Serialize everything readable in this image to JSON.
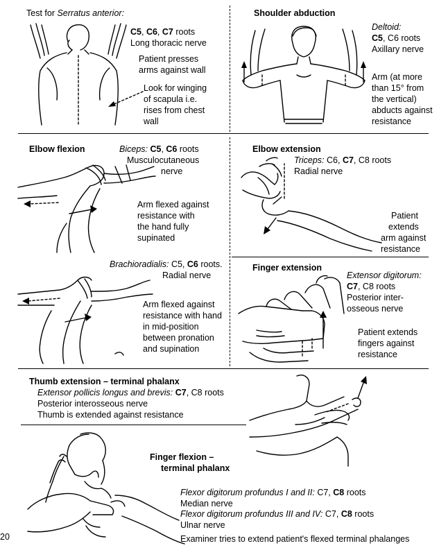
{
  "serratus": {
    "title_prefix": "Test for ",
    "title_muscle": "Serratus anterior:",
    "roots_c5": "C5",
    "roots_sep1": ", ",
    "roots_c6": "C6",
    "roots_sep2": ", ",
    "roots_c7": "C7",
    "roots_suffix": " roots",
    "nerve": "Long thoracic nerve",
    "patient_line1": "Patient presses",
    "patient_line2": "arms against wall",
    "look_line1": "Look for winging",
    "look_line2": "of scapula i.e.",
    "look_line3": "rises from chest",
    "look_line4": "wall"
  },
  "shoulder": {
    "title": "Shoulder abduction",
    "muscle": "Deltoid:",
    "roots_c5": "C5",
    "roots_rest": ", C6 roots",
    "nerve": "Axillary nerve",
    "desc_line1": "Arm (at more",
    "desc_line2": "than 15° from",
    "desc_line3": "the vertical)",
    "desc_line4": "abducts against",
    "desc_line5": "resistance"
  },
  "elbow_flexion": {
    "title": "Elbow flexion",
    "muscle": "Biceps:",
    "roots_c5": " C5",
    "roots_sep": ", ",
    "roots_c6": "C6",
    "roots_suffix": " roots",
    "nerve_line1": "Musculocutaneous",
    "nerve_line2": "nerve",
    "desc_line1": "Arm flexed against",
    "desc_line2": "resistance with",
    "desc_line3": "the hand fully",
    "desc_line4": "supinated"
  },
  "elbow_extension": {
    "title": "Elbow extension",
    "muscle": "Triceps:",
    "roots_pre": " C6, ",
    "roots_c7": "C7",
    "roots_post": ", C8 roots",
    "nerve": "Radial nerve",
    "desc_line1": "Patient",
    "desc_line2": "extends",
    "desc_line3": "arm against",
    "desc_line4": "resistance"
  },
  "brachioradialis": {
    "muscle": "Brachioradialis:",
    "roots_pre": " C5, ",
    "roots_c6": "C6",
    "roots_post": " roots.",
    "nerve": "Radial nerve",
    "desc_line1": "Arm flexed against",
    "desc_line2": "resistance with hand",
    "desc_line3": "in mid-position",
    "desc_line4": "between pronation",
    "desc_line5": "and supination"
  },
  "finger_extension": {
    "title": "Finger extension",
    "muscle": "Extensor digitorum:",
    "roots_c7": "C7",
    "roots_rest": ", C8 roots",
    "nerve_line1": "Posterior inter-",
    "nerve_line2": "osseous nerve",
    "desc_line1": "Patient extends",
    "desc_line2": "fingers against",
    "desc_line3": "resistance"
  },
  "thumb": {
    "title": "Thumb extension – terminal phalanx",
    "muscle": "Extensor pollicis longus and brevis:",
    "roots_c7": " C7",
    "roots_rest": ", C8 roots",
    "nerve": "Posterior interosseous nerve",
    "desc": "Thumb is extended against resistance"
  },
  "finger_flexion": {
    "title_line1": "Finger flexion –",
    "title_line2": "terminal phalanx",
    "muscle1": "Flexor digitorum profundus I and II:",
    "m1_roots_pre": " C7, ",
    "m1_roots_c8": "C8",
    "m1_roots_post": " roots",
    "nerve1": "Median nerve",
    "muscle2": "Flexor digitorum profundus III and IV:",
    "m2_roots_pre": " C7, ",
    "m2_roots_c8": "C8",
    "m2_roots_post": " roots",
    "nerve2": "Ulnar nerve",
    "desc": "Examiner tries to extend patient's flexed terminal phalanges"
  },
  "page_number": "20"
}
